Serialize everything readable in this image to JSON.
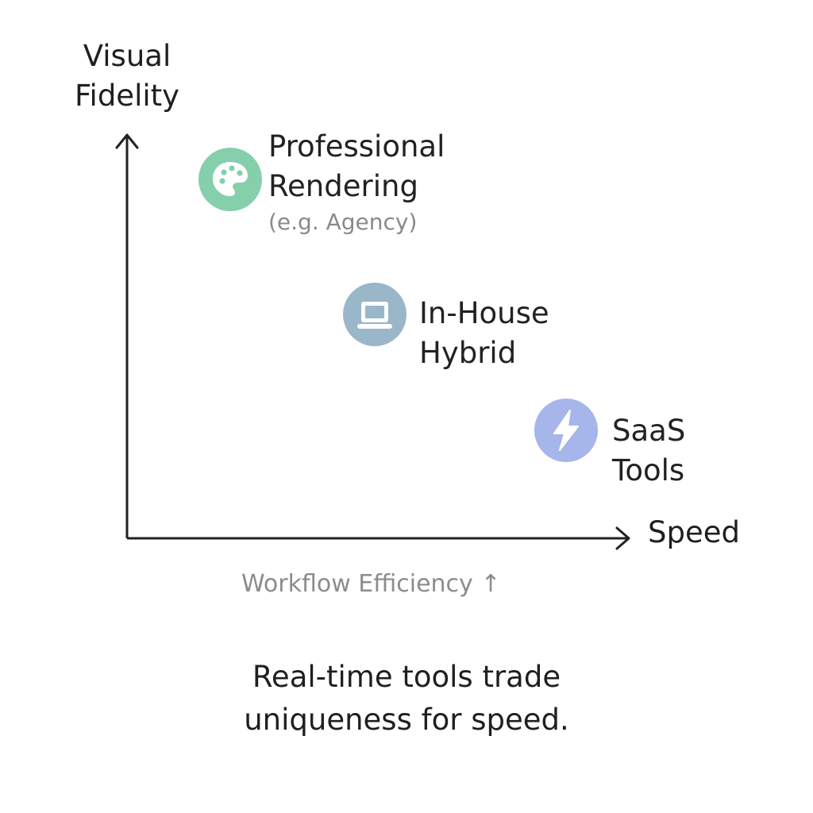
{
  "axes": {
    "y_label_lines": [
      "Visual",
      "Fidelity"
    ],
    "x_label": "Speed",
    "x_note": "Workflow Efficiency ↑"
  },
  "nodes": [
    {
      "id": "professional-rendering",
      "label_lines": [
        "Professional",
        "Rendering"
      ],
      "note": "(e.g. Agency)",
      "icon": "palette-icon",
      "color": "#85cfac"
    },
    {
      "id": "in-house-hybrid",
      "label_lines": [
        "In-House",
        "Hybrid"
      ],
      "icon": "laptop-icon",
      "color": "#9ab6c9"
    },
    {
      "id": "saas-tools",
      "label_lines": [
        "SaaS",
        "Tools"
      ],
      "icon": "lightning-bolt-icon",
      "color": "#a6b6ea"
    }
  ],
  "caption_lines": [
    "Real-time tools trade",
    "uniqueness for speed."
  ],
  "colors": {
    "axis": "#222222",
    "text": "#222222",
    "muted_text": "#8c8c8c",
    "background": "#ffffff"
  }
}
